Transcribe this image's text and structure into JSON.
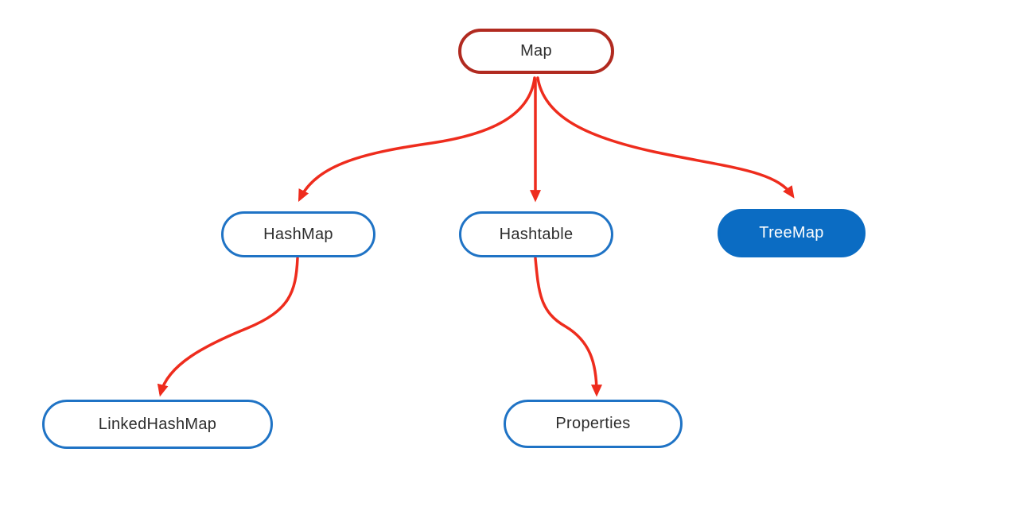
{
  "diagram": {
    "type": "tree",
    "nodes": {
      "map": {
        "label": "Map",
        "variant": "outline-red-root"
      },
      "hashmap": {
        "label": "HashMap",
        "variant": "outline-blue"
      },
      "hashtable": {
        "label": "Hashtable",
        "variant": "outline-blue"
      },
      "treemap": {
        "label": "TreeMap",
        "variant": "filled-blue"
      },
      "linkedhashmap": {
        "label": "LinkedHashMap",
        "variant": "outline-blue"
      },
      "properties": {
        "label": "Properties",
        "variant": "outline-blue"
      }
    },
    "edges": [
      {
        "from": "Map",
        "to": "HashMap"
      },
      {
        "from": "Map",
        "to": "Hashtable"
      },
      {
        "from": "Map",
        "to": "TreeMap"
      },
      {
        "from": "HashMap",
        "to": "LinkedHashMap"
      },
      {
        "from": "Hashtable",
        "to": "Properties"
      }
    ],
    "colors": {
      "background": "#ffffff",
      "root_border": "#b12a20",
      "node_border": "#1f73c5",
      "filled_node_fill": "#0b6cc3",
      "arrow": "#ee2c1d",
      "node_text": "#2e2e2e",
      "filled_node_text": "#fdfdfd"
    }
  }
}
